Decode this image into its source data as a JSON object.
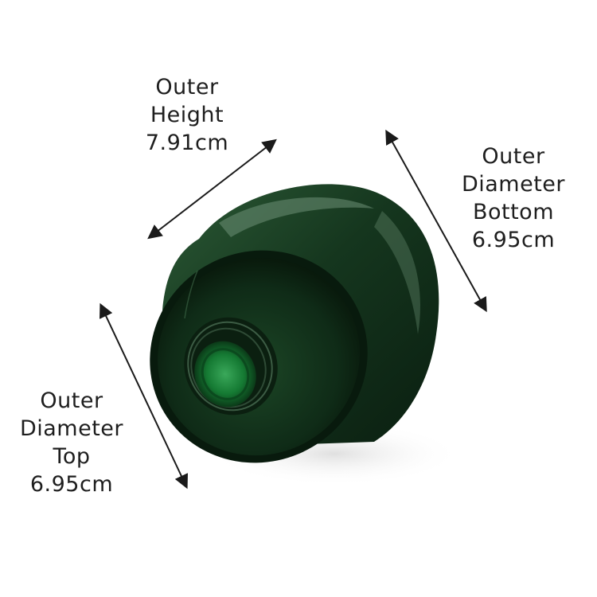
{
  "labels": {
    "outer_height": {
      "line1": "Outer",
      "line2": "Height",
      "value": "7.91cm"
    },
    "outer_diameter_bottom": {
      "line1": "Outer",
      "line2": "Diameter",
      "line3": "Bottom",
      "value": "6.95cm"
    },
    "outer_diameter_top": {
      "line1": "Outer",
      "line2": "Diameter",
      "line3": "Top",
      "value": "6.95cm"
    }
  },
  "colors": {
    "background": "#ffffff",
    "text": "#1e1e1e",
    "arrow": "#1a1a1a",
    "glass_dark": "#0d2414",
    "glass_mid": "#1f4a2a",
    "glass_rim": "#0a1a0f",
    "neck_inner": "#1f8a3a"
  }
}
